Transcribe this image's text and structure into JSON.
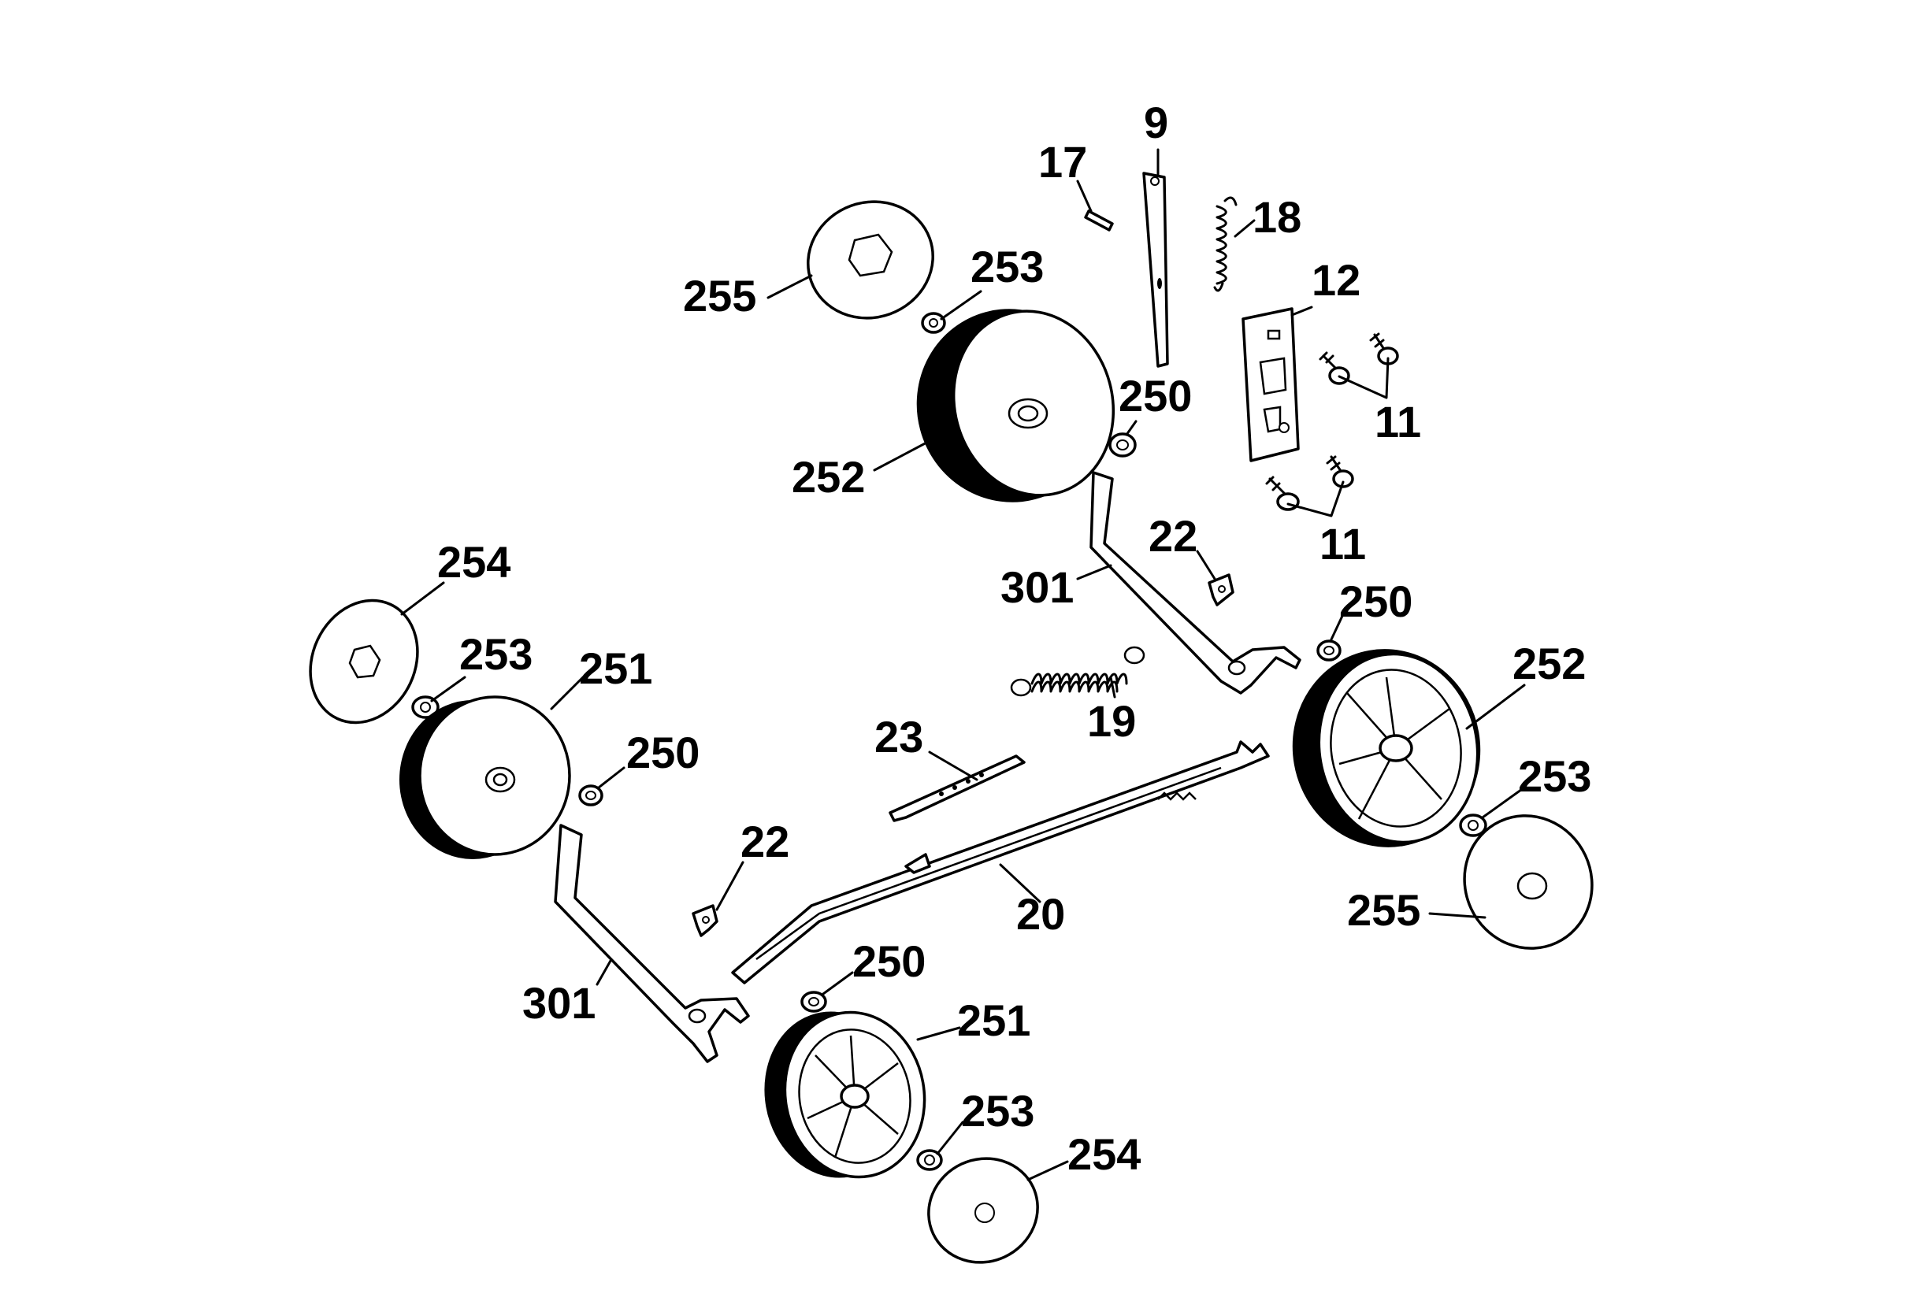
{
  "callouts": {
    "c9": "9",
    "c17": "17",
    "c18": "18",
    "c12": "12",
    "c11a": "11",
    "c11b": "11",
    "c255a": "255",
    "c253a": "253",
    "c250a": "250",
    "c252a": "252",
    "c22a": "22",
    "c301a": "301",
    "c250b": "250",
    "c252b": "252",
    "c254a": "254",
    "c253b": "253",
    "c251a": "251",
    "c250c": "250",
    "c19": "19",
    "c23": "23",
    "c22b": "22",
    "c20": "20",
    "c253c": "253",
    "c255b": "255",
    "c301b": "301",
    "c250d": "250",
    "c251b": "251",
    "c253d": "253",
    "c254b": "254"
  }
}
